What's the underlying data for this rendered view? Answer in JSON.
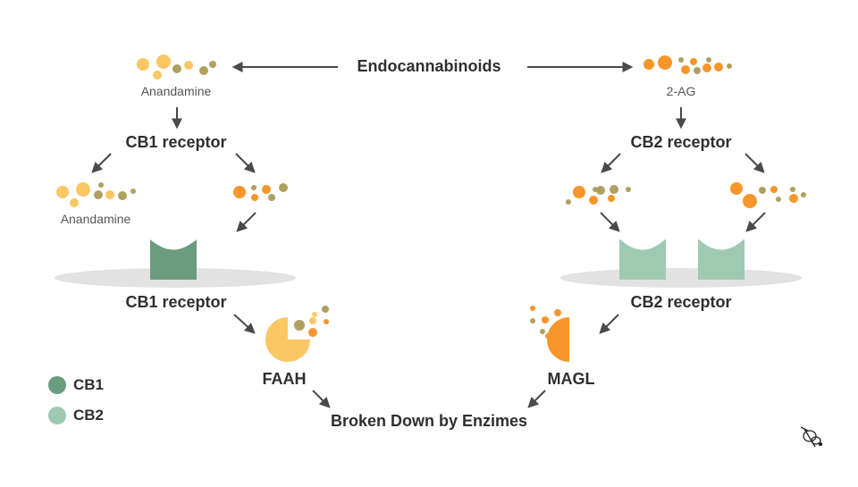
{
  "labels": {
    "endocannabinoids": "Endocannabinoids",
    "anandamine_top": "Anandamine",
    "two_ag": "2-AG",
    "cb1_receptor_top": "CB1 receptor",
    "cb2_receptor_top": "CB2 receptor",
    "anandamine_left": "Anandamine",
    "cb1_receptor_bottom": "CB1 receptor",
    "cb2_receptor_bottom": "CB2 receptor",
    "faah": "FAAH",
    "magl": "MAGL",
    "broken_down": "Broken Down by Enzimes"
  },
  "legend": [
    {
      "label": "CB1",
      "color": "#6b9c7d"
    },
    {
      "label": "CB2",
      "color": "#9fcab2"
    }
  ],
  "colors": {
    "anandamide_yellow": "#fbc764",
    "molecule_olive": "#b0a060",
    "ag_orange": "#f7962a",
    "cb1_green": "#6b9c7d",
    "cb2_green": "#9fcab2",
    "membrane_grey": "#e2e2e2",
    "arrow": "#4a4a4a",
    "text": "#2f2f2f"
  },
  "icons": {
    "brand_logo": "bee-logo-icon"
  }
}
